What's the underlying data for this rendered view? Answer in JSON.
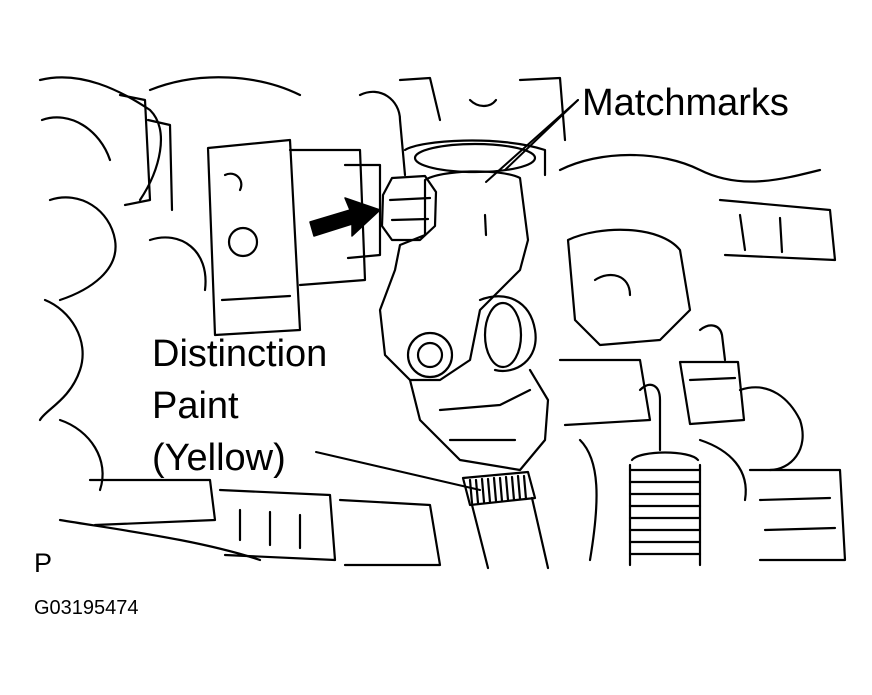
{
  "labels": {
    "matchmarks": "Matchmarks",
    "distinction_line1": "Distinction",
    "distinction_line2": "Paint",
    "distinction_line3": "(Yellow)",
    "view_letter": "P",
    "figure_code": "G03195474"
  },
  "colors": {
    "ink": "#000000",
    "paper": "#ffffff"
  }
}
